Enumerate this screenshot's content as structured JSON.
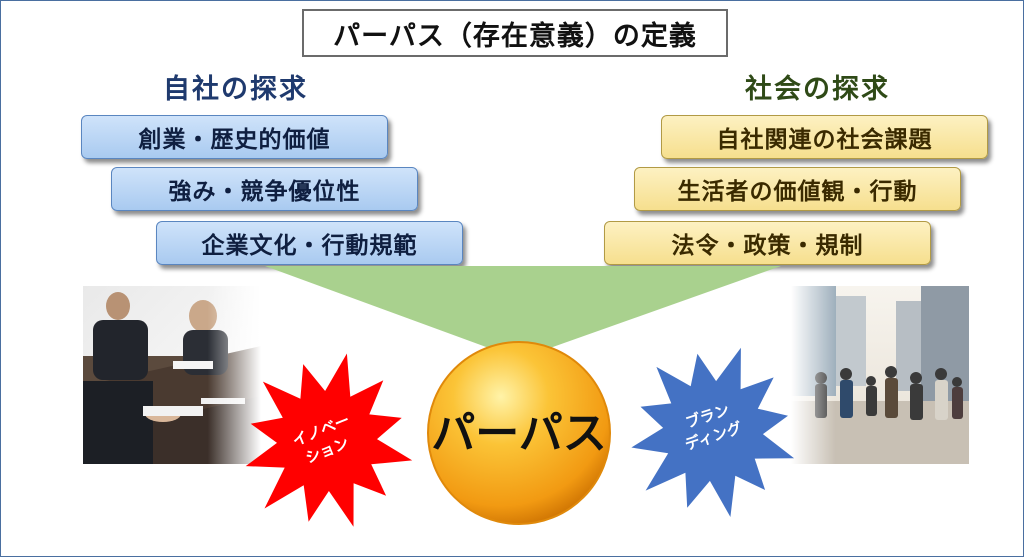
{
  "title": "パーパス（存在意義）の定義",
  "left_column": {
    "heading": "自社の探求",
    "items": [
      "創業・歴史的価値",
      "強み・競争優位性",
      "企業文化・行動規範"
    ]
  },
  "right_column": {
    "heading": "社会の探求",
    "items": [
      "自社関連の社会課題",
      "生活者の価値観・行動",
      "法令・政策・規制"
    ]
  },
  "center_label": "パーパス",
  "left_burst": {
    "line1": "イノベー",
    "line2": "ション",
    "color": "#ff0000"
  },
  "right_burst": {
    "line1": "ブラン",
    "line2": "ディング",
    "color": "#4472c4"
  },
  "colors": {
    "funnel": "#a9d18e",
    "orb": "#f7a21b",
    "left_heading": "#1f3a6e",
    "right_heading": "#2f4a17"
  }
}
